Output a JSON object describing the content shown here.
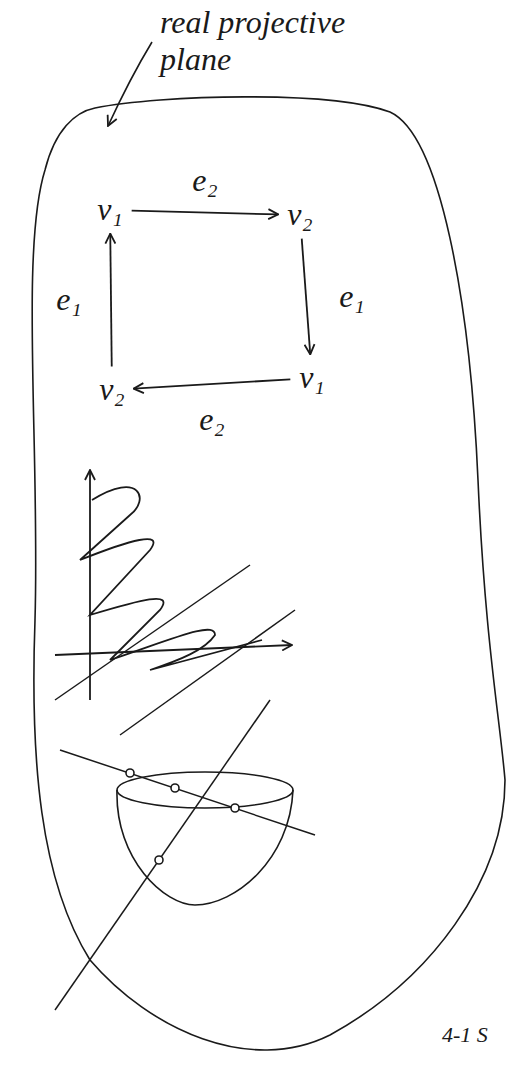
{
  "diagram": {
    "nodes": [
      {
        "text": [
          "v₁"
        ]
      },
      {
        "text": [
          "v₂"
        ]
      },
      {
        "text": [
          "v₂"
        ]
      },
      {
        "text": [
          "v₁"
        ]
      }
    ],
    "edges": [
      {
        "from": 0,
        "to": 1,
        "label": "e₂",
        "arrow": "to"
      },
      {
        "from": 1,
        "to": 3,
        "label": "e₁",
        "arrow": "to"
      },
      {
        "from": 3,
        "to": 2,
        "label": "e₂",
        "arrow": "to"
      },
      {
        "from": 2,
        "to": 0,
        "label": "e₁",
        "arrow": "to"
      }
    ],
    "labels": [
      "real projective plane",
      "4-1 S"
    ]
  }
}
